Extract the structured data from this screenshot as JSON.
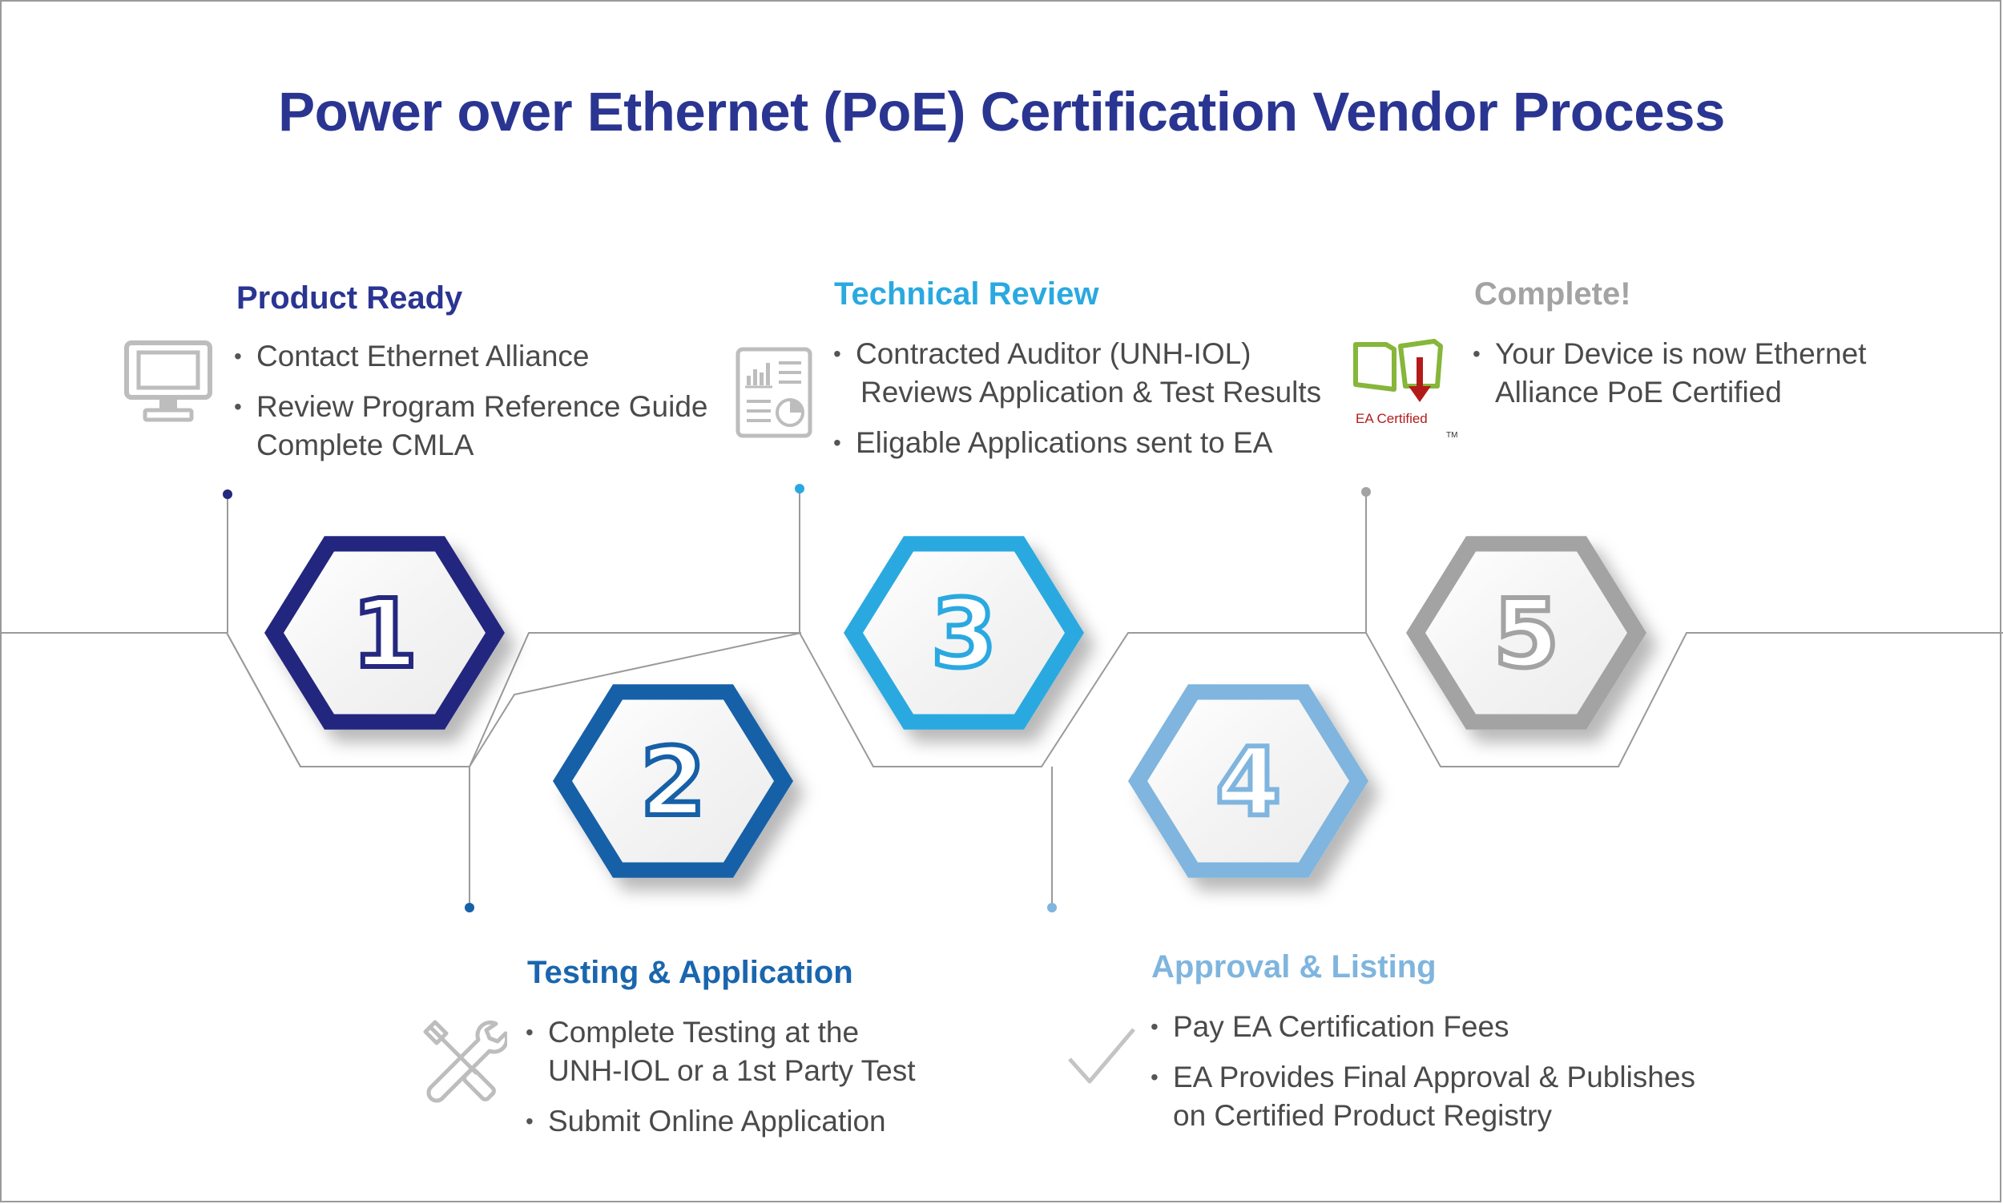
{
  "title": "Power over Ethernet (PoE) Certification Vendor Process",
  "colors": {
    "step1": "#24287f",
    "step2": "#1660a8",
    "step3": "#2aa9e0",
    "step4": "#7fb5de",
    "step5": "#a3a3a3",
    "line": "#9a9a9a",
    "text": "#4a4a4a",
    "title": "#2a3592"
  },
  "steps": [
    {
      "number": "1",
      "title": "Product Ready",
      "icon": "monitor-icon",
      "bullets": [
        [
          "Contact Ethernet Alliance"
        ],
        [
          "Review Program Reference Guide",
          "Complete CMLA"
        ]
      ]
    },
    {
      "number": "2",
      "title": "Testing & Application",
      "icon": "tools-icon",
      "bullets": [
        [
          "Complete Testing at the",
          "UNH-IOL or a 1st Party Test"
        ],
        [
          "Submit Online Application"
        ]
      ]
    },
    {
      "number": "3",
      "title": "Technical Review",
      "icon": "report-icon",
      "bullets": [
        [
          "Contracted Auditor (UNH-IOL)",
          "Reviews Application & Test Results"
        ],
        [
          "Eligable Applications sent to EA"
        ]
      ]
    },
    {
      "number": "4",
      "title": "Approval & Listing",
      "icon": "checkmark-icon",
      "bullets": [
        [
          "Pay EA Certification Fees"
        ],
        [
          "EA Provides Final Approval & Publishes",
          "on Certified Product Registry"
        ]
      ]
    },
    {
      "number": "5",
      "title": "Complete!",
      "icon": "ea-certified-logo",
      "logo_text": "EA Certified",
      "bullets": [
        [
          "Your Device is now Ethernet",
          "Alliance PoE Certified"
        ]
      ]
    }
  ]
}
